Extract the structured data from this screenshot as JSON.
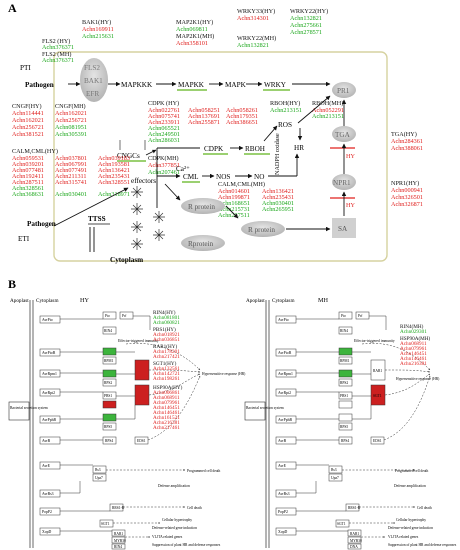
{
  "panel_a": {
    "label": "A",
    "groups": {
      "fls2_hy": {
        "header": "FLS2 (HY)",
        "genes": [
          "Achn376371"
        ]
      },
      "fls2_mh": {
        "header": "FLS2 (MH)",
        "genes": [
          "Achn376371"
        ]
      },
      "bak1": {
        "header": "BAK1(HY)",
        "genes": [
          "Achn169911",
          "Achn215631"
        ]
      },
      "mapk_hy": {
        "header": "MAP2K1(HY)",
        "genes": [
          "Achn069811"
        ]
      },
      "mapk_mh": {
        "header": "MAP2K1(MH)",
        "genes": [
          "Achn358101"
        ]
      },
      "wrky33": {
        "header": "WRKY33(HY)",
        "genes": [
          "Achn314301"
        ]
      },
      "wrky22_hy": {
        "header": "WRKY22(HY)",
        "genes": [
          "Achn132821",
          "Achn275661",
          "Achn278571"
        ]
      },
      "wrky22_mh": {
        "header": "WRKY22(MH)",
        "genes": [
          "Achn132821"
        ]
      },
      "cngf_hy": {
        "header": "CNGF(HY)",
        "genes": [
          "Achn114441",
          "Achn162021",
          "Achn256721",
          "Achn381521"
        ]
      },
      "cngf_mh": {
        "header": "CNGF(MH)",
        "genes": [
          "Achn162021",
          "Achn256721",
          "Achn081951",
          "Achn305391"
        ]
      },
      "cdpk_hy": {
        "header": "CDPK (HY)",
        "genes": [
          "Achn022761",
          "Achn075741",
          "Achn233911",
          "Achn065521",
          "Achn249501",
          "Achn286031"
        ]
      },
      "cdpk_hy2": {
        "genes": [
          "Achn058251",
          "Achn137691",
          "Achn255871",
          "Achn058261",
          "Achn179351",
          "Achn386651"
        ]
      },
      "cdpk_mh": {
        "header": "CDPK(MH)",
        "genes": [
          "Achn377851",
          "Achn207461"
        ]
      },
      "rboh_hy": {
        "header": "RBOH(HY)",
        "genes": [
          "Achn213151"
        ]
      },
      "rboh_mh": {
        "header": "RBOH(MH)",
        "genes": [
          "Achn052291",
          "Achn213151"
        ]
      },
      "calm_hy": {
        "header": "CALM,CML(HY)",
        "genes": [
          "Achn059531",
          "Achn039201",
          "Achn077481",
          "Achn192411",
          "Achn287511",
          "Achn328561",
          "Achn368631"
        ]
      },
      "calm_hy2": {
        "genes": [
          "Achn037801",
          "Achn067991",
          "Achn077491",
          "Achn211311",
          "Achn315741",
          "Achn030401"
        ]
      },
      "calm_hy3": {
        "genes": [
          "Achn039183",
          "Achn193581",
          "Achn136421",
          "Achn235431",
          "Achn328551",
          "Achn318971"
        ]
      },
      "calm_mh": {
        "header": "CALM,CML(MH)",
        "genes": [
          "Achn014601",
          "Achn199871",
          "Achn168651",
          "Achn215731",
          "Achn287511"
        ]
      },
      "calm_mh2": {
        "genes": [
          "Achn136421",
          "Achn235431",
          "Achn030401",
          "Achn265951"
        ]
      },
      "tga": {
        "header": "TGA(HY)",
        "genes": [
          "Achn284361",
          "Achn388061"
        ]
      },
      "npr1": {
        "header": "NPR1(HY)",
        "genes": [
          "Achn000941",
          "Achn326501",
          "Achn326871"
        ]
      }
    },
    "nodes": {
      "pti": "PTI",
      "pathogen": "Pathogen",
      "fls2": "FLS2",
      "bak1": "BAK1",
      "efr": "EFR",
      "mapkkk": "MAPKKK",
      "mapkk": "MAPKK",
      "mapk": "MAPK",
      "wrky": "WRKY",
      "pr1": "PR1",
      "cngcs": "CNGCs",
      "ca": "Ca²⁺",
      "cdpk": "CDPK",
      "rboh": "RBOH",
      "ros": "ROS",
      "nadph": "NADPH oxidase",
      "hr": "HR",
      "tga": "TGA",
      "hy1": "HY",
      "npr1": "NPR1",
      "hy2": "HY",
      "cml": "CML",
      "nos": "NOS",
      "no": "NO",
      "sa": "SA",
      "rprotein1": "R protein",
      "rprotein2": "R protein",
      "rprotein3": "Rprotein",
      "effectors": "effectors",
      "ttss": "TTSS",
      "pathogen2": "Pathogen",
      "eti": "ETI",
      "cytoplasm": "Cytoplasm"
    }
  },
  "panel_b": {
    "label": "B",
    "apoplast": "Apoplast",
    "cytoplasm": "Cytoplasm",
    "left_title": "HY",
    "right_title": "MH",
    "bacterial": "Bacterial secretion system",
    "eti_label": "Effector-triggered immunity",
    "hr_label": "Hypersensitive response (HR)",
    "pcd": "Programmed cell death",
    "dna_amp": "Defense amplification",
    "cell_death": "Cell death",
    "hypertrophy": "Cellular hypertrophy",
    "defense_gene": "Defense-related gene induction",
    "vljta": "VLJTA related genes",
    "suppression": "Suppression of plant HR and defense responses",
    "boxes_left": [
      "AvrPto",
      "AvrPtoB",
      "AvrRpm1",
      "AvrRpt2",
      "AvrPphB",
      "AvrB",
      "AvrE",
      "AvrBs3",
      "PopP2",
      "XopD",
      "AvrBsT"
    ],
    "small_boxes": [
      "Pto",
      "Prf",
      "RIN4",
      "RPM1",
      "RPS2",
      "PBS1",
      "RPS5",
      "RAR1",
      "SGT1",
      "HSP90",
      "RPS4",
      "EDS1",
      "Bs3",
      "Upa7",
      "RRS1-R",
      "SGT1",
      "RAR1",
      "MYB30",
      "RIN4",
      "DNA"
    ],
    "left_annotations": {
      "rin4": {
        "header": "RIN4(HY)",
        "genes": [
          "Achn081801",
          "Achn060821"
        ]
      },
      "pbs1": {
        "header": "PBS1(HY)",
        "genes": [
          "Achn018921",
          "Achn036851"
        ]
      },
      "rar1": {
        "header": "RAR1(HY)",
        "genes": [
          "Achn178201",
          "Achn217421"
        ]
      },
      "sgt1": {
        "header": "SGT1(HY)",
        "genes": [
          "Achn132561",
          "Achn142721",
          "Achn198261"
        ]
      },
      "hsp90": {
        "header": "HSP90A(HY)",
        "genes": [
          "Achn006861",
          "Achn068911",
          "Achn079961",
          "Achn146451",
          "Achn146461",
          "Achn161521",
          "Achn216381",
          "Achn217461"
        ]
      }
    },
    "right_annotations": {
      "rin4": {
        "header": "RIN4(MH)",
        "genes": [
          "Achn029301"
        ]
      },
      "hsp90": {
        "header": "HSP90A(MH)",
        "genes": [
          "Achn068911",
          "Achn079961",
          "Achn146451",
          "Achn146461",
          "Achn216381"
        ]
      }
    }
  }
}
